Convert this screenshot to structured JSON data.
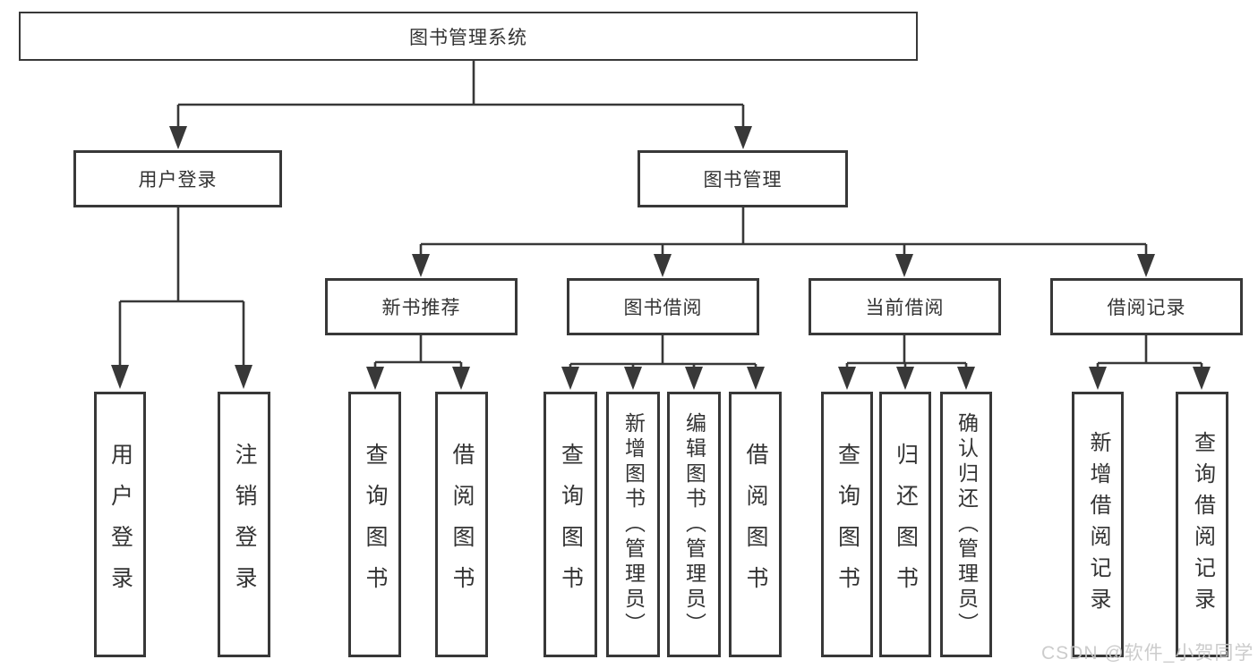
{
  "diagram": {
    "type": "tree",
    "colors": {
      "line": "#383838",
      "text": "#333333",
      "box_fill": "#ffffff",
      "background": "#ffffff",
      "watermark": "#c8c8c8"
    },
    "nodes": {
      "root": {
        "label": "图书管理系统"
      },
      "level2": [
        {
          "label": "用户登录",
          "parent": "图书管理系统"
        },
        {
          "label": "图书管理",
          "parent": "图书管理系统"
        }
      ],
      "level3": [
        {
          "label": "新书推荐",
          "parent": "图书管理"
        },
        {
          "label": "图书借阅",
          "parent": "图书管理"
        },
        {
          "label": "当前借阅",
          "parent": "图书管理"
        },
        {
          "label": "借阅记录",
          "parent": "图书管理"
        }
      ],
      "leaves": [
        {
          "label": "用户登录",
          "parent": "用户登录"
        },
        {
          "label": "注销登录",
          "parent": "用户登录"
        },
        {
          "label": "查询图书",
          "parent": "新书推荐"
        },
        {
          "label": "借阅图书",
          "parent": "新书推荐"
        },
        {
          "label": "查询图书",
          "parent": "图书借阅"
        },
        {
          "label": "新增图书（管理员）",
          "parent": "图书借阅"
        },
        {
          "label": "编辑图书（管理员）",
          "parent": "图书借阅"
        },
        {
          "label": "借阅图书",
          "parent": "图书借阅"
        },
        {
          "label": "查询图书",
          "parent": "当前借阅"
        },
        {
          "label": "归还图书",
          "parent": "当前借阅"
        },
        {
          "label": "确认归还（管理员）",
          "parent": "当前借阅"
        },
        {
          "label": "新增借阅记录",
          "parent": "借阅记录"
        },
        {
          "label": "查询借阅记录",
          "parent": "借阅记录"
        }
      ]
    },
    "watermark": "CSDN @软件_小贺同学"
  }
}
